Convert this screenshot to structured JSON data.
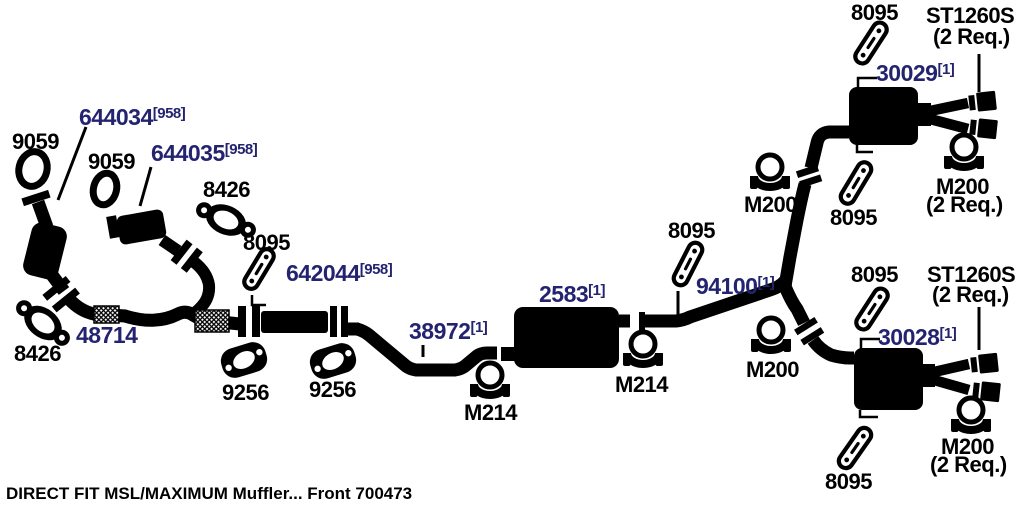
{
  "parts": {
    "gasket_9059": {
      "text": "9059"
    },
    "converter_644034": {
      "text": "644034",
      "sup": "[958]"
    },
    "front_pipe_644035": {
      "text": "644035",
      "sup": "[958]"
    },
    "flange_8426": {
      "text": "8426"
    },
    "hanger_8095": {
      "text": "8095"
    },
    "resonator_642044": {
      "text": "642044",
      "sup": "[958]"
    },
    "flex_48714": {
      "text": "48714"
    },
    "gasket_9256": {
      "text": "9256"
    },
    "pipe_38972": {
      "text": "38972",
      "sup": "[1]"
    },
    "muffler_2583": {
      "text": "2583",
      "sup": "[1]"
    },
    "clamp_m214": {
      "text": "M214"
    },
    "pipe_94100": {
      "text": "94100",
      "sup": "[1]"
    },
    "clamp_m200": {
      "text": "M200"
    },
    "tip_st1260s": {
      "text": "ST1260S"
    },
    "qty_2_req": {
      "text": "(2 Req.)"
    },
    "muffler_30029": {
      "text": "30029",
      "sup": "[1]"
    },
    "muffler_30028": {
      "text": "30028",
      "sup": "[1]"
    }
  },
  "footer": {
    "text": "DIRECT FIT MSL/MAXIMUM Muffler... Front 700473"
  }
}
